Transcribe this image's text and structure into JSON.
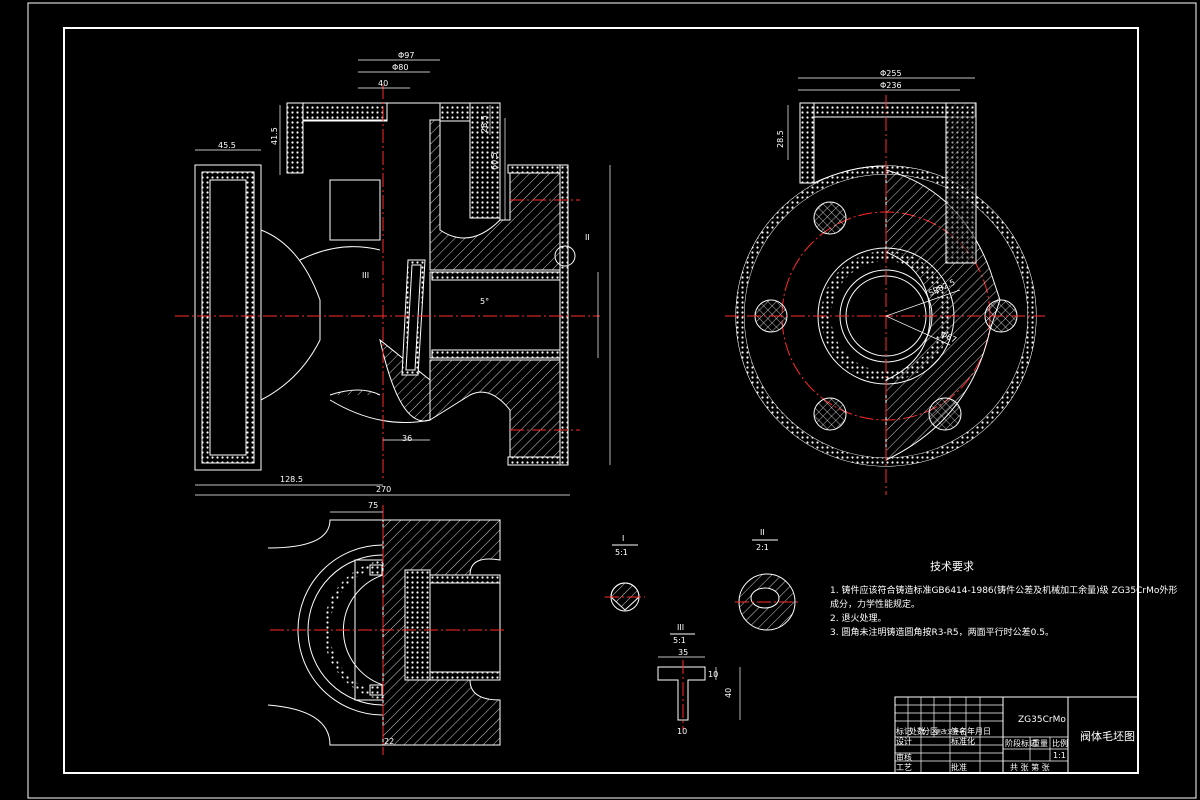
{
  "drawing": {
    "title": "阀体毛坯图",
    "material": "ZG35CrMo",
    "tech_req_title": "技术要求",
    "tech_req_1": "1. 铸件应该符合铸造标准GB6414-1986(铸件公差及机械加工余量)级 ZG35CrMo外形",
    "tech_req_1b": "成分，力学性能规定。",
    "tech_req_2": "2. 退火处理。",
    "tech_req_3": "3. 圆角未注明铸造圆角按R3-R5，两面平行时公差0.5。",
    "detail_i_label": "I",
    "detail_i_scale": "5:1",
    "detail_ii_label": "II",
    "detail_ii_scale": "2:1",
    "detail_iii_label": "III",
    "detail_iii_scale": "5:1",
    "scale_value": "1:1"
  },
  "dimensions": {
    "d_top_1": "Φ97",
    "d_top_2": "Φ80",
    "d_top_3": "40",
    "d_left_top": "45.5",
    "d_height_1": "41.5",
    "d_height_2": "28.5",
    "d_height_3": "60.5",
    "d_bottom_1": "128.5",
    "d_bottom_total": "270",
    "d_bottom_36": "36",
    "d_right_view_1": "Φ255",
    "d_right_view_2": "Φ236",
    "d_right_view_3": "28.5",
    "d_radius_1": "SR82.5",
    "d_radius_2": "Φ67",
    "d_view_b_top": "75",
    "d_view_b_bottom": "22",
    "d_detail_iii_1": "35",
    "d_detail_iii_2": "10",
    "d_detail_iii_3": "40",
    "d_detail_iii_4": "10",
    "d_angle": "5°",
    "label_i": "I",
    "label_ii": "II",
    "label_iii": "III"
  },
  "title_block": {
    "row_labels": [
      "标记",
      "处数",
      "分区",
      "更改文件号",
      "签名",
      "年月日"
    ],
    "r_design": "设计",
    "r_std": "标准化",
    "r_check": "审核",
    "r_process": "工艺",
    "r_approve": "批准",
    "stage_label": "阶段标记",
    "weight_label": "重量",
    "scale_label": "比例",
    "sheet_label": "共 张 第 张"
  }
}
